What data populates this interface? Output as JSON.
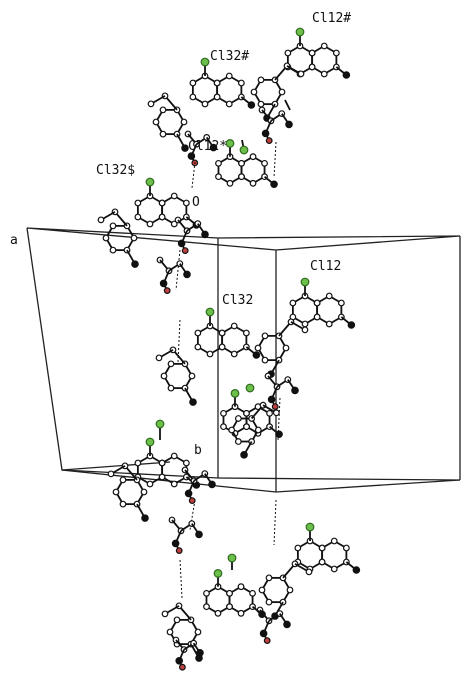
{
  "figure": {
    "atom_labels": {
      "cl12_hash": "Cl12#",
      "cl32_hash": "Cl32#",
      "cl12_star": "Cl12*",
      "cl32_dollar": "Cl32$",
      "cl12": "Cl12",
      "cl32": "Cl32"
    },
    "axis_labels": {
      "a": "a",
      "b": "b",
      "origin": "O"
    },
    "colors": {
      "carbon": "#111111",
      "chlorine": "#6cc04a",
      "nitrogen": "#c04040",
      "bond": "#111111",
      "cell": "#222222"
    }
  }
}
